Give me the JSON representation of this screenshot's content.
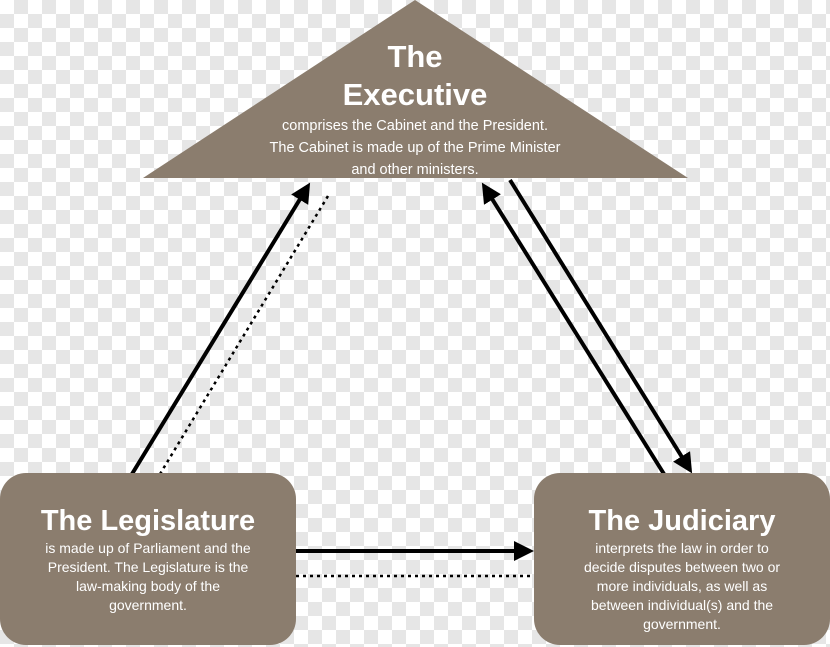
{
  "colors": {
    "box": "#8b7d6e",
    "text": "#ffffff",
    "arrow": "#000000"
  },
  "executive": {
    "title_line1": "The",
    "title_line2": "Executive",
    "desc_line1": "comprises the Cabinet and the President.",
    "desc_line2": "The Cabinet is made up of the Prime Minister",
    "desc_line3": "and other ministers."
  },
  "legislature": {
    "title": "The Legislature",
    "desc_line1": "is made up of Parliament and the",
    "desc_line2": "President. The Legislature is the",
    "desc_line3": "law-making body of the",
    "desc_line4": "government."
  },
  "judiciary": {
    "title": "The Judiciary",
    "desc_line1": "interprets the law in order to",
    "desc_line2": "decide disputes between two or",
    "desc_line3": "more individuals, as well as",
    "desc_line4": "between individual(s) and the",
    "desc_line5": "government."
  }
}
